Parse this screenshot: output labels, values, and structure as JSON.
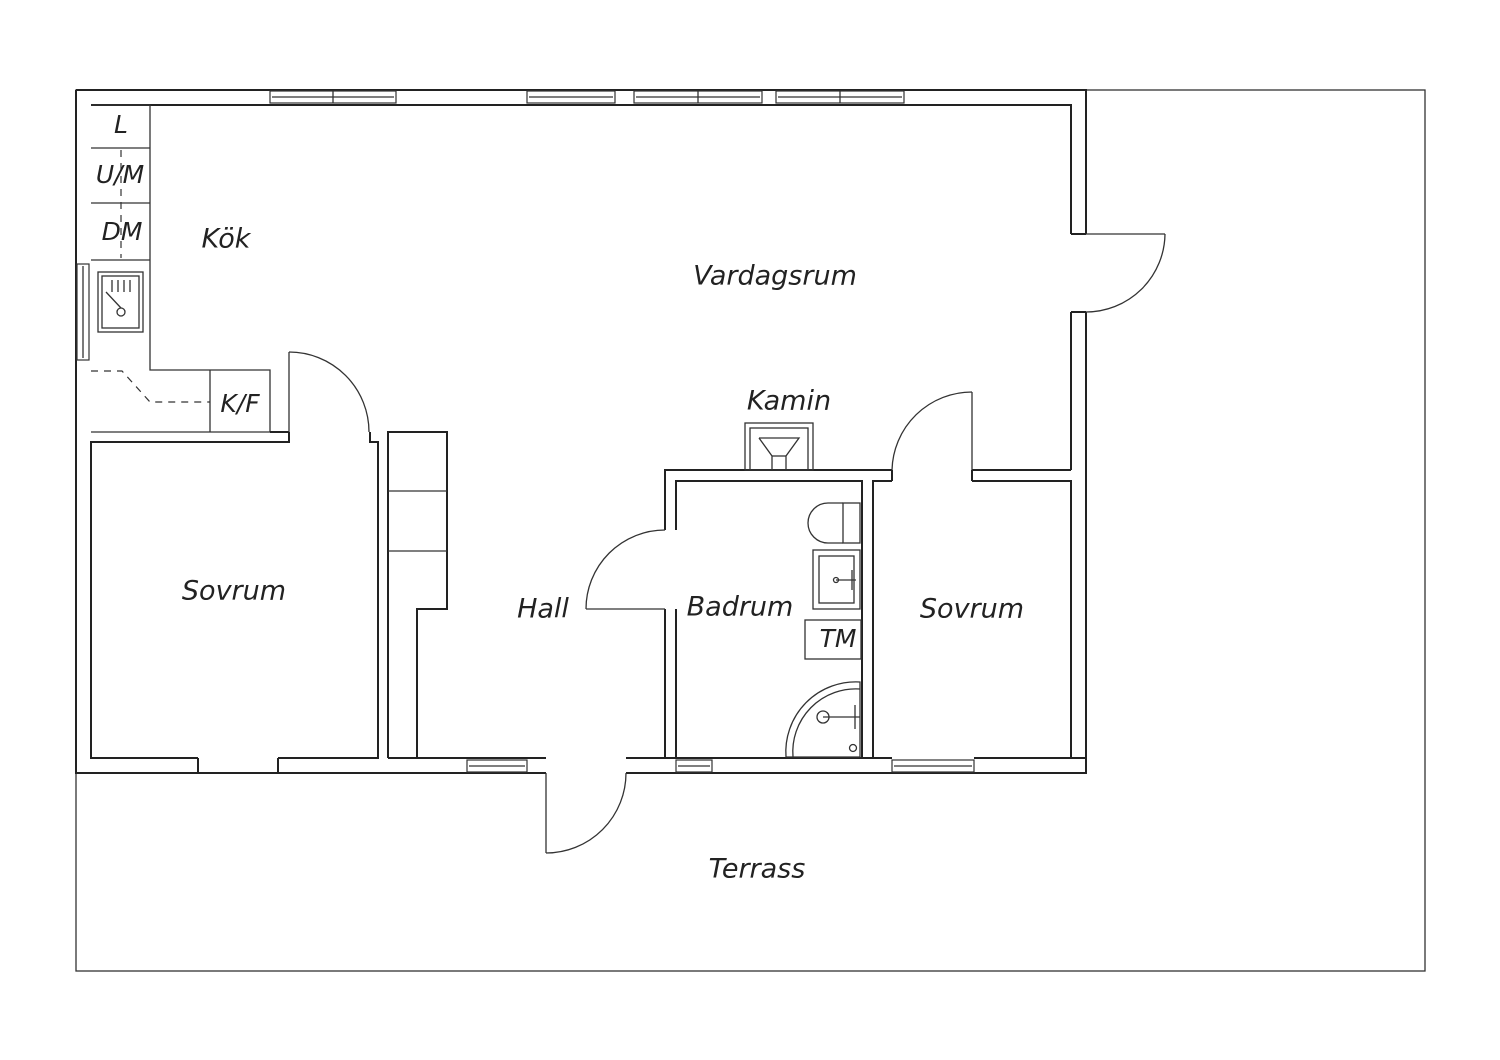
{
  "labels": {
    "kok": "Kök",
    "vardagsrum": "Vardagsrum",
    "kamin": "Kamin",
    "sovrum_left": "Sovrum",
    "hall": "Hall",
    "badrum": "Badrum",
    "sovrum_right": "Sovrum",
    "terrass": "Terrass",
    "tm": "TM",
    "kf": "K/F",
    "l": "L",
    "um": "U/M",
    "dm": "DM"
  },
  "colors": {
    "line": "#222222",
    "background": "#ffffff"
  }
}
